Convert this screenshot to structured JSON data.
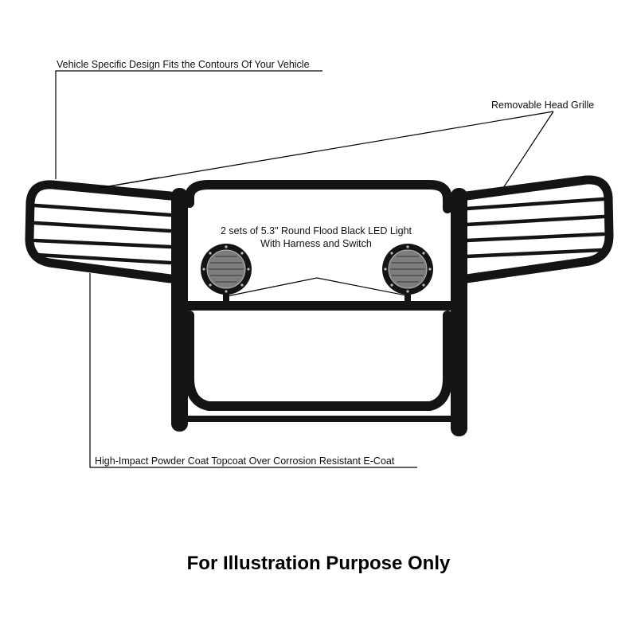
{
  "callouts": {
    "design": "Vehicle Specific Design Fits the Contours Of Your Vehicle",
    "grille": "Removable Head Grille",
    "led_line1": "2 sets of 5.3\" Round Flood Black LED Light",
    "led_line2": "With Harness and Switch",
    "coating": "High-Impact Powder Coat Topcoat Over Corrosion Resistant E-Coat"
  },
  "footer": "For Illustration Purpose Only",
  "colors": {
    "metal": "#141414",
    "leader": "#000000",
    "background": "#ffffff"
  }
}
